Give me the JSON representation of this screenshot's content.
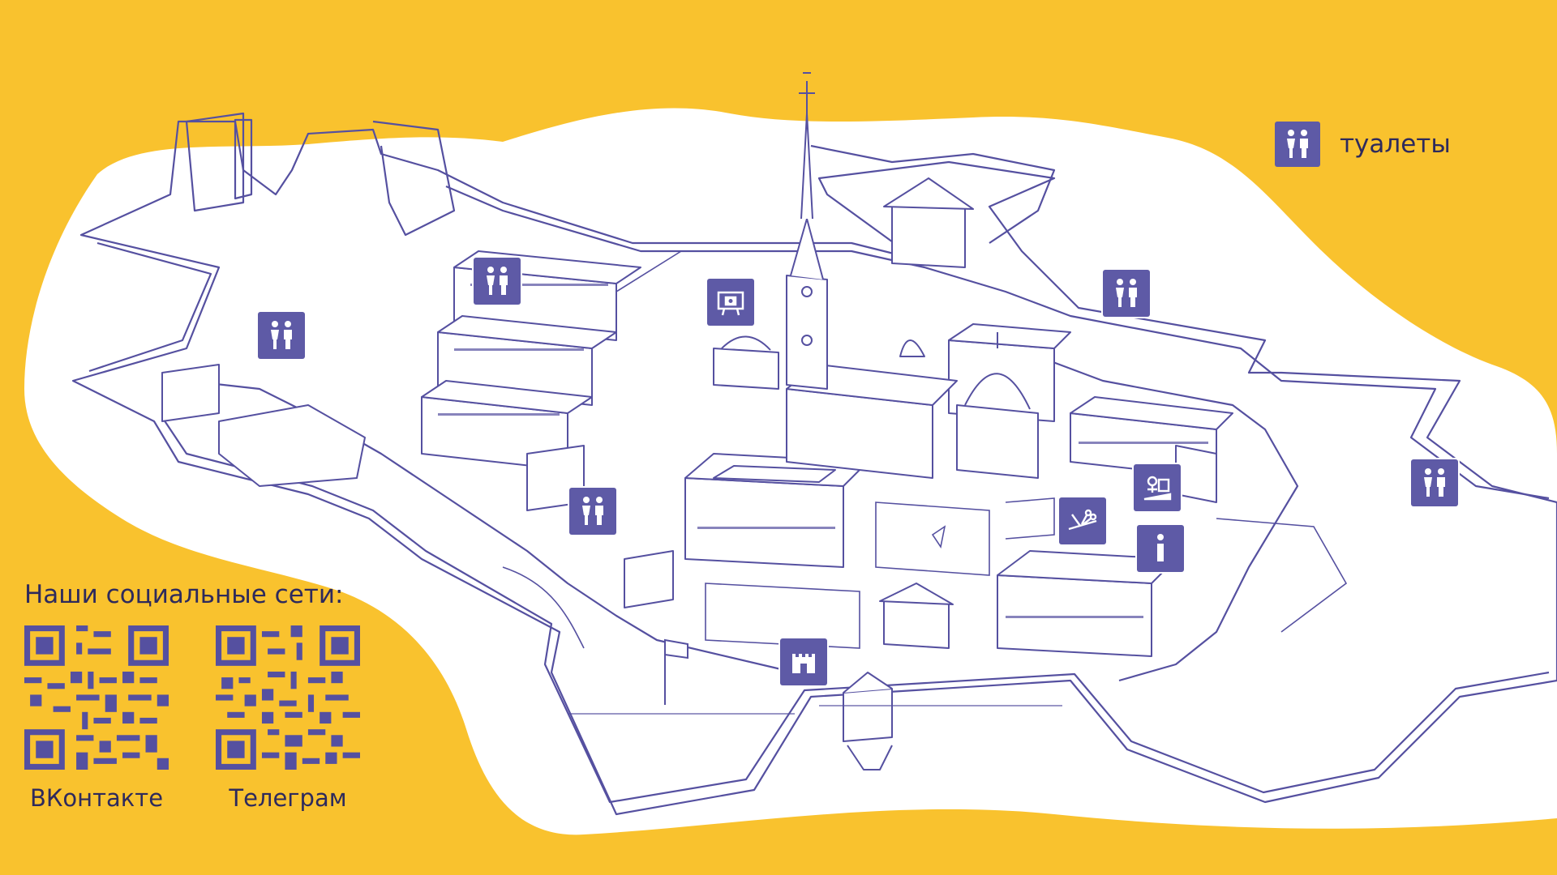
{
  "legend": {
    "toilets_label": "туалеты",
    "icon": "toilet-icon"
  },
  "social": {
    "title": "Наши социальные сети:",
    "links": [
      {
        "label": "ВКонтакте",
        "icon": "qr-code-icon"
      },
      {
        "label": "Телеграм",
        "icon": "qr-code-icon"
      }
    ]
  },
  "poi_icons": [
    "toilet-icon",
    "photo-spot-icon",
    "souvenir-workshop-icon",
    "crafts-icon",
    "info-icon",
    "fortress-museum-icon"
  ],
  "colors": {
    "background": "#F9C22E",
    "map_fill": "#FFFFFF",
    "line": "#5550A0",
    "icon_bg": "#5E5AA6",
    "text": "#2E2A5C"
  }
}
